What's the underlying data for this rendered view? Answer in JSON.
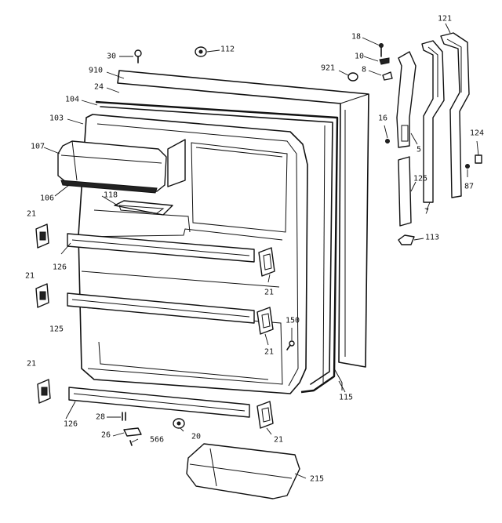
{
  "labels": {
    "l30": "30",
    "l112": "112",
    "l910": "910",
    "l24": "24",
    "l104": "104",
    "l103": "103",
    "l107": "107",
    "l106": "106",
    "l118": "118",
    "l21a": "21",
    "l126a": "126",
    "l21b": "21",
    "l21c": "21",
    "l125a": "125",
    "l21d": "21",
    "l21e": "21",
    "l126b": "126",
    "l28": "28",
    "l26": "26",
    "l566": "566",
    "l20": "20",
    "l21f": "21",
    "l215": "215",
    "l150": "150",
    "l115": "115",
    "l18": "18",
    "l121": "121",
    "l10": "10",
    "l921": "921",
    "l8": "8",
    "l16": "16",
    "l5": "5",
    "l124": "124",
    "l125b": "125",
    "l87": "87",
    "l7": "7",
    "l113": "113"
  }
}
